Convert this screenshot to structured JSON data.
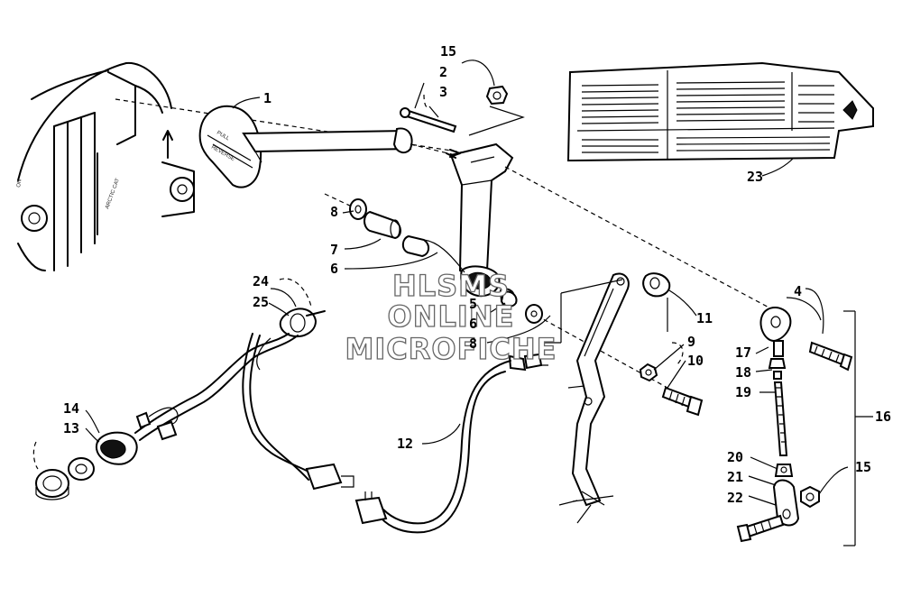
{
  "watermark": {
    "line1": "HLSMS",
    "line2": "ONLINE",
    "line3": "MICROFICHE"
  },
  "callouts": [
    {
      "id": "c1",
      "label": "1"
    },
    {
      "id": "c2",
      "label": "2"
    },
    {
      "id": "c3",
      "label": "3"
    },
    {
      "id": "c15a",
      "label": "15"
    },
    {
      "id": "c23",
      "label": "23"
    },
    {
      "id": "c8a",
      "label": "8"
    },
    {
      "id": "c7",
      "label": "7"
    },
    {
      "id": "c6a",
      "label": "6"
    },
    {
      "id": "c5",
      "label": "5"
    },
    {
      "id": "c6b",
      "label": "6"
    },
    {
      "id": "c8b",
      "label": "8"
    },
    {
      "id": "c24",
      "label": "24"
    },
    {
      "id": "c25",
      "label": "25"
    },
    {
      "id": "c11",
      "label": "11"
    },
    {
      "id": "c9",
      "label": "9"
    },
    {
      "id": "c10",
      "label": "10"
    },
    {
      "id": "c4",
      "label": "4"
    },
    {
      "id": "c17",
      "label": "17"
    },
    {
      "id": "c18",
      "label": "18"
    },
    {
      "id": "c19",
      "label": "19"
    },
    {
      "id": "c16",
      "label": "16"
    },
    {
      "id": "c14",
      "label": "14"
    },
    {
      "id": "c13",
      "label": "13"
    },
    {
      "id": "c12",
      "label": "12"
    },
    {
      "id": "c20",
      "label": "20"
    },
    {
      "id": "c21",
      "label": "21"
    },
    {
      "id": "c15b",
      "label": "15"
    },
    {
      "id": "c22",
      "label": "22"
    }
  ]
}
